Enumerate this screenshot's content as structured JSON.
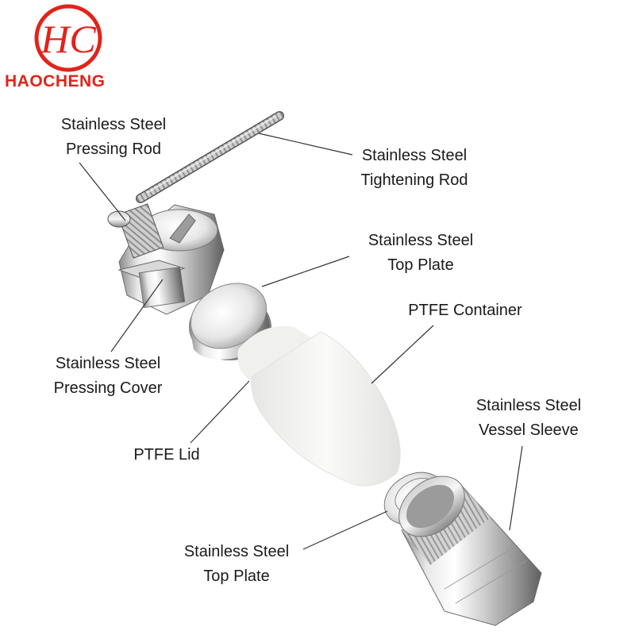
{
  "brand": {
    "monogram": "HC",
    "name": "HAOCHENG",
    "color": "#e2231a"
  },
  "labels": {
    "pressing_rod": {
      "line1": "Stainless Steel",
      "line2": "Pressing Rod"
    },
    "tightening_rod": {
      "line1": "Stainless Steel",
      "line2": "Tightening Rod"
    },
    "top_plate_upper": {
      "line1": "Stainless Steel",
      "line2": "Top Plate"
    },
    "ptfe_container": {
      "line1": "PTFE Container"
    },
    "pressing_cover": {
      "line1": "Stainless Steel",
      "line2": "Pressing Cover"
    },
    "vessel_sleeve": {
      "line1": "Stainless Steel",
      "line2": "Vessel Sleeve"
    },
    "ptfe_lid": {
      "line1": "PTFE Lid"
    },
    "top_plate_lower": {
      "line1": "Stainless Steel",
      "line2": "Top Plate"
    }
  },
  "colors": {
    "steel_light": "#f4f4f4",
    "steel_mid": "#b9b9b9",
    "steel_dark": "#6e6e6e",
    "ptfe": "#f3f3f1",
    "leader_line": "#333333",
    "text": "#1a1a1a"
  }
}
